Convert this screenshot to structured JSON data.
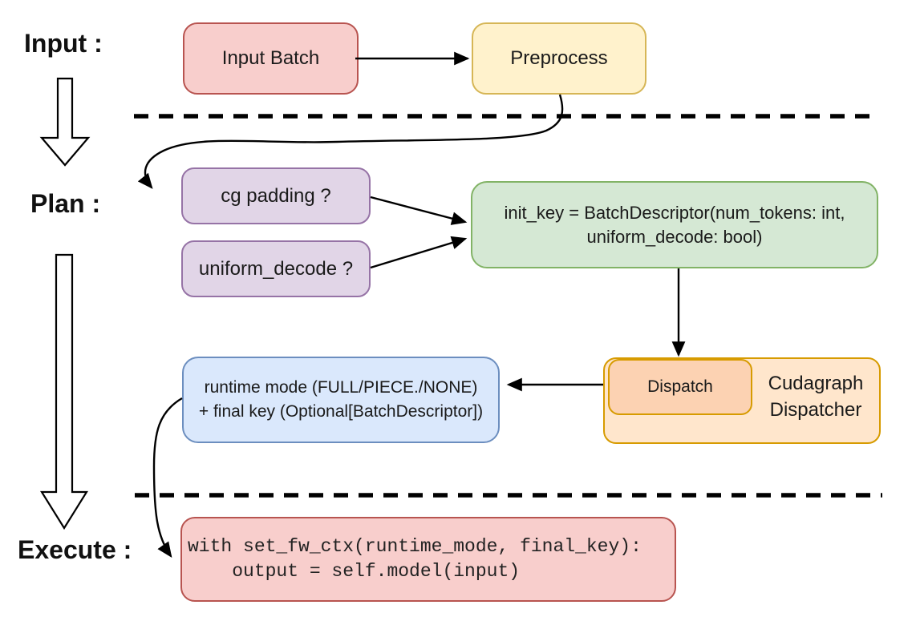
{
  "labels": {
    "input": "Input :",
    "plan": "Plan :",
    "execute": "Execute :"
  },
  "nodes": {
    "input_batch": {
      "label": "Input Batch",
      "fill": "#f8cecc",
      "stroke": "#b85450"
    },
    "preprocess": {
      "label": "Preprocess",
      "fill": "#fff2cc",
      "stroke": "#d6b656"
    },
    "cg_padding": {
      "label": "cg padding ?",
      "fill": "#e1d5e7",
      "stroke": "#9673a6"
    },
    "uniform_decode": {
      "label": "uniform_decode ?",
      "fill": "#e1d5e7",
      "stroke": "#9673a6"
    },
    "init_key": {
      "lines": [
        "init_key = BatchDescriptor(num_tokens: int,",
        "uniform_decode: bool)"
      ],
      "fill": "#d5e8d4",
      "stroke": "#82b366"
    },
    "runtime_mode": {
      "lines": [
        "runtime mode (FULL/PIECE./NONE)",
        "+ final key (Optional[BatchDescriptor])"
      ],
      "fill": "#dae8fc",
      "stroke": "#6c8ebf"
    },
    "dispatch": {
      "label": "Dispatch",
      "fill": "#fcd2b2",
      "stroke": "#d79b00"
    },
    "cudagraph_dispatcher": {
      "lines": [
        "Cudagraph",
        "Dispatcher"
      ],
      "fill": "#ffe6cc",
      "stroke": "#d79b00"
    },
    "execute_code": {
      "lines": [
        "with set_fw_ctx(runtime_mode, final_key):",
        "    output = self.model(input)"
      ],
      "fill": "#f8cecc",
      "stroke": "#b85450"
    }
  },
  "connector_color": "#000000"
}
